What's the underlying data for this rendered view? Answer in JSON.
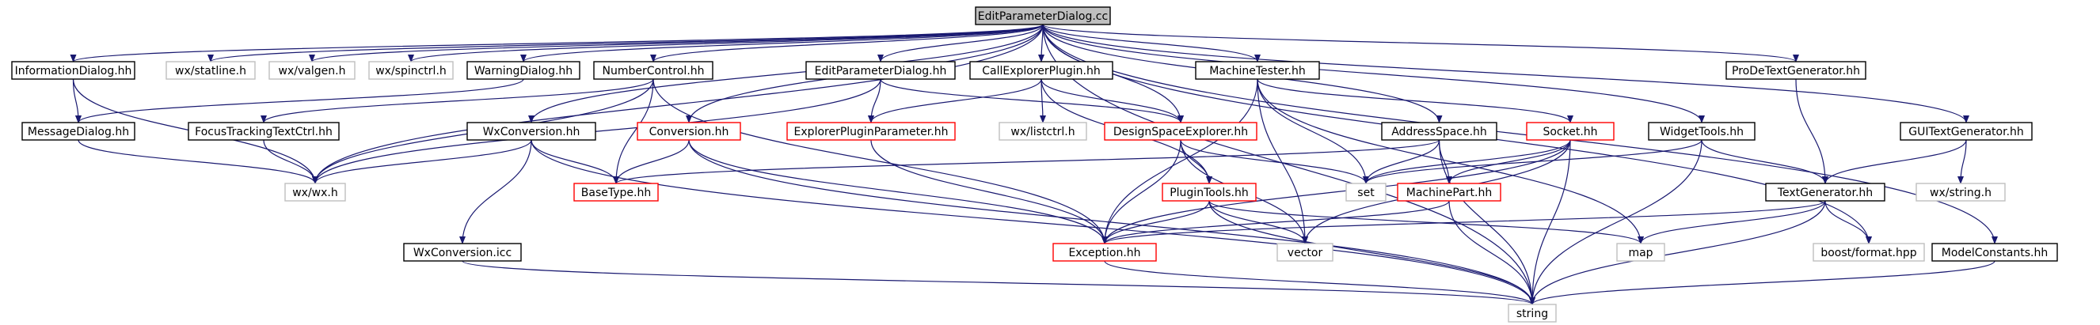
{
  "diagram": {
    "root": "EditParameterDialog.cc",
    "colors": {
      "edge": "#191970",
      "border_normal": "#000000",
      "border_missing": "#bfbfbf",
      "border_truncated": "#ff0000",
      "root_fill": "#bfbfbf"
    },
    "nodes": [
      {
        "id": "root",
        "label": "EditParameterDialog.cc",
        "kind": "root"
      },
      {
        "id": "infodlg",
        "label": "InformationDialog.hh",
        "kind": "normal"
      },
      {
        "id": "statline",
        "label": "wx/statline.h",
        "kind": "missing"
      },
      {
        "id": "valgen",
        "label": "wx/valgen.h",
        "kind": "missing"
      },
      {
        "id": "spinctrl",
        "label": "wx/spinctrl.h",
        "kind": "missing"
      },
      {
        "id": "warndlg",
        "label": "WarningDialog.hh",
        "kind": "normal"
      },
      {
        "id": "numctrl",
        "label": "NumberControl.hh",
        "kind": "normal"
      },
      {
        "id": "editpdlg",
        "label": "EditParameterDialog.hh",
        "kind": "normal"
      },
      {
        "id": "callexp",
        "label": "CallExplorerPlugin.hh",
        "kind": "normal"
      },
      {
        "id": "mtester",
        "label": "MachineTester.hh",
        "kind": "normal"
      },
      {
        "id": "prode",
        "label": "ProDeTextGenerator.hh",
        "kind": "normal"
      },
      {
        "id": "msgdlg",
        "label": "MessageDialog.hh",
        "kind": "normal"
      },
      {
        "id": "focus",
        "label": "FocusTrackingTextCtrl.hh",
        "kind": "normal"
      },
      {
        "id": "wxconv",
        "label": "WxConversion.hh",
        "kind": "normal"
      },
      {
        "id": "conv",
        "label": "Conversion.hh",
        "kind": "truncated"
      },
      {
        "id": "epp",
        "label": "ExplorerPluginParameter.hh",
        "kind": "truncated"
      },
      {
        "id": "listctrl",
        "label": "wx/listctrl.h",
        "kind": "missing"
      },
      {
        "id": "dse",
        "label": "DesignSpaceExplorer.hh",
        "kind": "truncated"
      },
      {
        "id": "addr",
        "label": "AddressSpace.hh",
        "kind": "normal"
      },
      {
        "id": "socket",
        "label": "Socket.hh",
        "kind": "truncated"
      },
      {
        "id": "widget",
        "label": "WidgetTools.hh",
        "kind": "normal"
      },
      {
        "id": "guitext",
        "label": "GUITextGenerator.hh",
        "kind": "normal"
      },
      {
        "id": "wxwx",
        "label": "wx/wx.h",
        "kind": "missing"
      },
      {
        "id": "basetype",
        "label": "BaseType.hh",
        "kind": "truncated"
      },
      {
        "id": "plugin",
        "label": "PluginTools.hh",
        "kind": "truncated"
      },
      {
        "id": "set",
        "label": "set",
        "kind": "missing"
      },
      {
        "id": "mpart",
        "label": "MachinePart.hh",
        "kind": "truncated"
      },
      {
        "id": "textgen",
        "label": "TextGenerator.hh",
        "kind": "normal"
      },
      {
        "id": "wxstring",
        "label": "wx/string.h",
        "kind": "missing"
      },
      {
        "id": "wxconvicc",
        "label": "WxConversion.icc",
        "kind": "normal"
      },
      {
        "id": "exception",
        "label": "Exception.hh",
        "kind": "truncated"
      },
      {
        "id": "vector",
        "label": "vector",
        "kind": "missing"
      },
      {
        "id": "map",
        "label": "map",
        "kind": "missing"
      },
      {
        "id": "boost",
        "label": "boost/format.hpp",
        "kind": "missing"
      },
      {
        "id": "modelc",
        "label": "ModelConstants.hh",
        "kind": "normal"
      },
      {
        "id": "string",
        "label": "string",
        "kind": "missing"
      }
    ],
    "edges": [
      [
        "root",
        "infodlg"
      ],
      [
        "root",
        "statline"
      ],
      [
        "root",
        "valgen"
      ],
      [
        "root",
        "spinctrl"
      ],
      [
        "root",
        "warndlg"
      ],
      [
        "root",
        "numctrl"
      ],
      [
        "root",
        "editpdlg"
      ],
      [
        "root",
        "callexp"
      ],
      [
        "root",
        "mtester"
      ],
      [
        "root",
        "prode"
      ],
      [
        "root",
        "wxwx"
      ],
      [
        "root",
        "wxconv"
      ],
      [
        "root",
        "conv"
      ],
      [
        "root",
        "dse"
      ],
      [
        "root",
        "addr"
      ],
      [
        "root",
        "widget"
      ],
      [
        "root",
        "guitext"
      ],
      [
        "root",
        "boost"
      ],
      [
        "root",
        "modelc"
      ],
      [
        "root",
        "string"
      ],
      [
        "infodlg",
        "msgdlg"
      ],
      [
        "infodlg",
        "wxwx"
      ],
      [
        "warndlg",
        "msgdlg"
      ],
      [
        "msgdlg",
        "wxwx"
      ],
      [
        "numctrl",
        "focus"
      ],
      [
        "numctrl",
        "wxwx"
      ],
      [
        "numctrl",
        "basetype"
      ],
      [
        "numctrl",
        "exception"
      ],
      [
        "editpdlg",
        "wxwx"
      ],
      [
        "editpdlg",
        "epp"
      ],
      [
        "editpdlg",
        "dse"
      ],
      [
        "callexp",
        "epp"
      ],
      [
        "callexp",
        "listctrl"
      ],
      [
        "callexp",
        "dse"
      ],
      [
        "callexp",
        "plugin"
      ],
      [
        "focus",
        "wxwx"
      ],
      [
        "wxconv",
        "wxwx"
      ],
      [
        "wxconv",
        "basetype"
      ],
      [
        "wxconv",
        "wxconvicc"
      ],
      [
        "wxconv",
        "string"
      ],
      [
        "conv",
        "basetype"
      ],
      [
        "conv",
        "exception"
      ],
      [
        "conv",
        "string"
      ],
      [
        "epp",
        "exception"
      ],
      [
        "dse",
        "plugin"
      ],
      [
        "dse",
        "exception"
      ],
      [
        "dse",
        "set"
      ],
      [
        "dse",
        "vector"
      ],
      [
        "mtester",
        "socket"
      ],
      [
        "mtester",
        "set"
      ],
      [
        "mtester",
        "vector"
      ],
      [
        "mtester",
        "map"
      ],
      [
        "mtester",
        "exception"
      ],
      [
        "addr",
        "basetype"
      ],
      [
        "addr",
        "set"
      ],
      [
        "addr",
        "mpart"
      ],
      [
        "addr",
        "string"
      ],
      [
        "socket",
        "mpart"
      ],
      [
        "socket",
        "set"
      ],
      [
        "socket",
        "vector"
      ],
      [
        "socket",
        "string"
      ],
      [
        "socket",
        "exception"
      ],
      [
        "widget",
        "set"
      ],
      [
        "widget",
        "textgen"
      ],
      [
        "widget",
        "string"
      ],
      [
        "prode",
        "textgen"
      ],
      [
        "guitext",
        "textgen"
      ],
      [
        "guitext",
        "wxstring"
      ],
      [
        "plugin",
        "exception"
      ],
      [
        "plugin",
        "vector"
      ],
      [
        "plugin",
        "map"
      ],
      [
        "plugin",
        "string"
      ],
      [
        "mpart",
        "exception"
      ],
      [
        "mpart",
        "string"
      ],
      [
        "textgen",
        "exception"
      ],
      [
        "textgen",
        "map"
      ],
      [
        "textgen",
        "boost"
      ],
      [
        "textgen",
        "string"
      ],
      [
        "wxconvicc",
        "string"
      ],
      [
        "exception",
        "string"
      ],
      [
        "modelc",
        "string"
      ]
    ]
  }
}
